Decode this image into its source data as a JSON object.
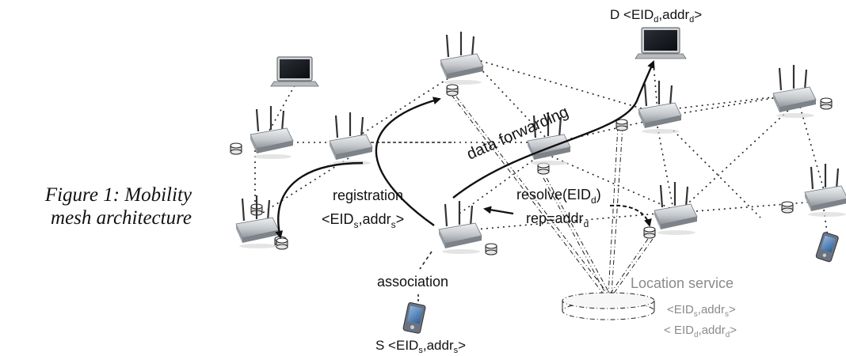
{
  "caption": {
    "line1": "Figure 1: Mobility",
    "line2": "mesh architecture"
  },
  "labels": {
    "data_forwarding": "data forwarding",
    "registration": "registration",
    "association": "association",
    "resolve": "resolve(EID",
    "rep": "rep=addr",
    "location_service": "Location service"
  },
  "tuples": {
    "d_node": {
      "prefix": "D <",
      "eid": "EID",
      "eid_sub": "d",
      "addr": "addr",
      "addr_sub": "d",
      "suffix": ">"
    },
    "s_node": {
      "prefix": "S <",
      "eid": "EID",
      "eid_sub": "s",
      "addr": "addr",
      "addr_sub": "s",
      "suffix": ">"
    },
    "registration": {
      "prefix": "<",
      "eid": "EID",
      "eid_sub": "s",
      "addr": "addr",
      "addr_sub": "s",
      "suffix": ">"
    },
    "location_s": {
      "prefix": "<",
      "eid": "EID",
      "eid_sub": "s",
      "addr": "addr",
      "addr_sub": "s",
      "suffix": ">"
    },
    "location_d": {
      "prefix": "< ",
      "eid": "EID",
      "eid_sub": "d",
      "addr": "addr",
      "addr_sub": "d",
      "suffix": ">"
    }
  },
  "subscripts": {
    "resolve_sub": "d",
    "rep_sub": "d",
    "resolve_close": ")"
  },
  "colors": {
    "router_body": "#c9cdd1",
    "location_text": "#8a8a8a",
    "line": "#111111"
  }
}
